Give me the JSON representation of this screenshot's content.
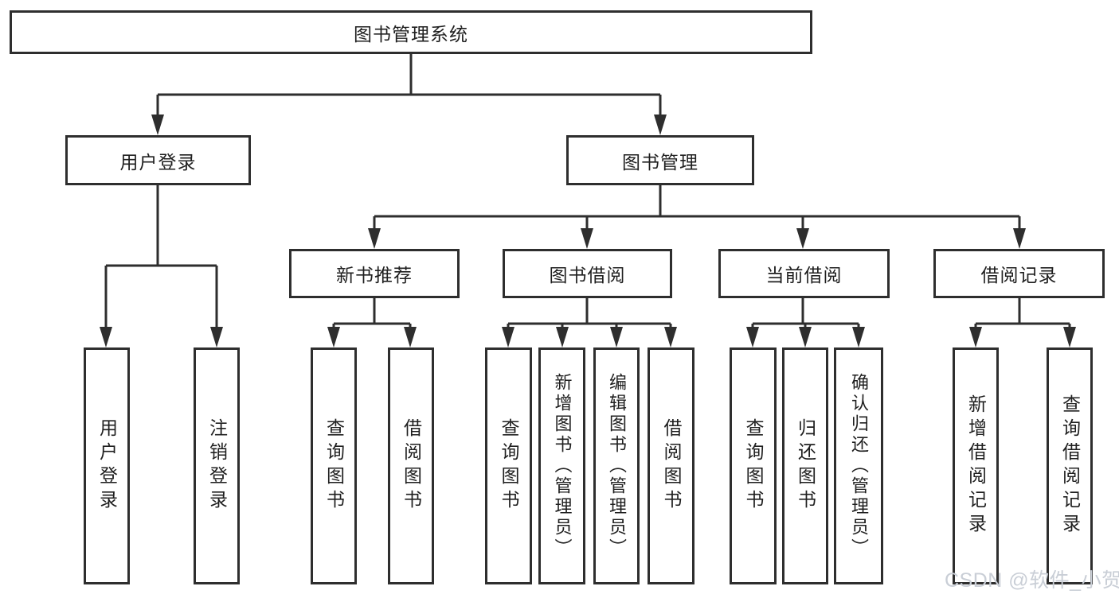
{
  "title": "图书管理系统",
  "nodes": {
    "user_login": "用户登录",
    "book_management": "图书管理",
    "new_book_recommend": "新书推荐",
    "book_borrowing": "图书借阅",
    "current_borrowing": "当前借阅",
    "borrowing_records": "借阅记录"
  },
  "leaves": {
    "user_login": [
      "用户登录",
      "注销登录"
    ],
    "new_book_recommend": [
      "查询图书",
      "借阅图书"
    ],
    "book_borrowing": [
      "查询图书",
      "新增图书（管理员）",
      "编辑图书（管理员）",
      "借阅图书"
    ],
    "current_borrowing": [
      "查询图书",
      "归还图书",
      "确认归还（管理员）"
    ],
    "borrowing_records": [
      "新增借阅记录",
      "查询借阅记录"
    ]
  },
  "watermark": "CSDN @软件_小贺同学",
  "colors": {
    "line": "#2e2e2e",
    "box_border": "#2e2e2e",
    "text": "#1f1f1f",
    "watermark": "#c9ced6",
    "background": "#ffffff"
  }
}
